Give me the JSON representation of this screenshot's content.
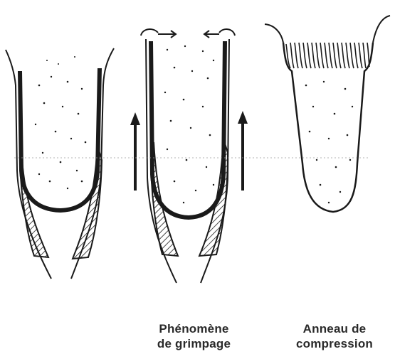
{
  "figure": {
    "panels": [
      {
        "id": "tube-initial",
        "caption_lines": []
      },
      {
        "id": "tube-climbing",
        "caption_lines": [
          "Phénomène",
          "de grimpage"
        ]
      },
      {
        "id": "tube-compression-ring",
        "caption_lines": [
          "Anneau de",
          "compression"
        ]
      }
    ]
  },
  "colors": {
    "ink": "#1a1a1a",
    "text": "#2a2a2a",
    "background": "#ffffff"
  }
}
